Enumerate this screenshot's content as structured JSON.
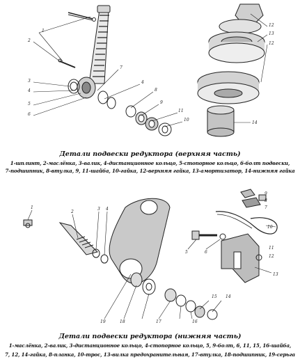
{
  "upper": {
    "title": "Детали подвески редуктора (верхняя часть)",
    "legend_line1": "1-шплинт, 2-маслёнка, 3-валик, 4-дистанционное кольцо, 5-стопорное кольцо, 6-болт подвески,",
    "legend_line2": "7-подшипник, 8-втулка, 9, 11-шайба, 10-гайка, 12-верхняя гайка, 13-амортизатор, 14-нижняя гайка",
    "callouts": [
      "1",
      "2",
      "3",
      "4",
      "5",
      "6",
      "7",
      "4",
      "8",
      "9",
      "11",
      "10",
      "12",
      "13",
      "12",
      "14"
    ]
  },
  "lower": {
    "title": "Детали подвески редуктора (нижняя часть)",
    "legend_line1": "1-маслёнка, 2-валик, 3-дистанционное кольцо, 4-стопорное кольцо, 5, 9-болт, 6, 11, 15, 16-шайба,",
    "legend_line2": "7, 12, 14-гайка, 8-планка, 10-трос, 13-вилка предохранительная, 17-втулка, 18-подшипник, 19-серьга",
    "callouts": [
      "1",
      "2",
      "3",
      "4",
      "5",
      "6",
      "7",
      "8",
      "9",
      "10",
      "11",
      "12",
      "13",
      "14",
      "15",
      "16",
      "17",
      "18",
      "19"
    ]
  }
}
